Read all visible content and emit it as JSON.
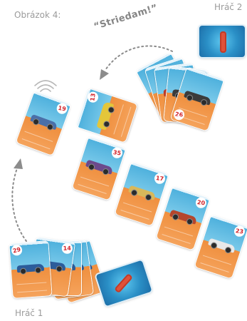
{
  "figure_label": "Obrázok 4:",
  "player2_label": "Hráč 2",
  "player1_label": "Hráč 1",
  "shout": "“Striedam!”",
  "cards": {
    "player2_face_up": "13",
    "player1_face_up": "19",
    "row_1": "35",
    "row_2": "17",
    "row_3": "20",
    "row_4": "23",
    "player1_hand_front": "29",
    "player1_hand_second": "14",
    "player2_hand_visible": "26"
  },
  "colors": {
    "card_sky": "#4fb1dd",
    "card_ground": "#ef8f3e",
    "card_number": "#d2232a",
    "card_back": "#2a8fc6",
    "arrow": "#8c8c8c",
    "label": "#9b9b9b"
  },
  "icons": [
    "deck-back-icon",
    "wifi-signal-icon",
    "curved-arrow-icon"
  ]
}
